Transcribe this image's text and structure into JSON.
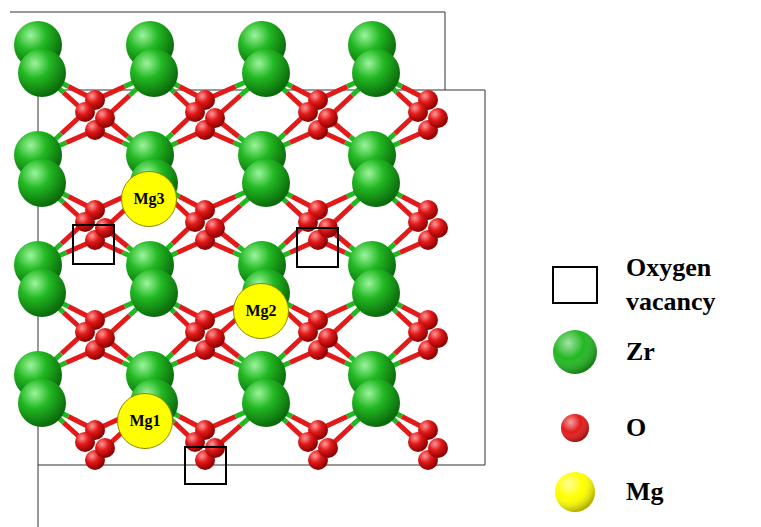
{
  "diagram": {
    "nodes": [
      {
        "text": [
          "Mg3"
        ]
      },
      {
        "text": [
          "Mg2"
        ]
      },
      {
        "text": [
          "Mg1"
        ]
      }
    ],
    "legend": [
      {
        "text": "Oxygen vacancy"
      },
      {
        "text": "Zr",
        "color": "#22b822"
      },
      {
        "text": "O",
        "color": "#e31a1a"
      },
      {
        "text": "Mg",
        "color": "#ffff00"
      }
    ]
  }
}
